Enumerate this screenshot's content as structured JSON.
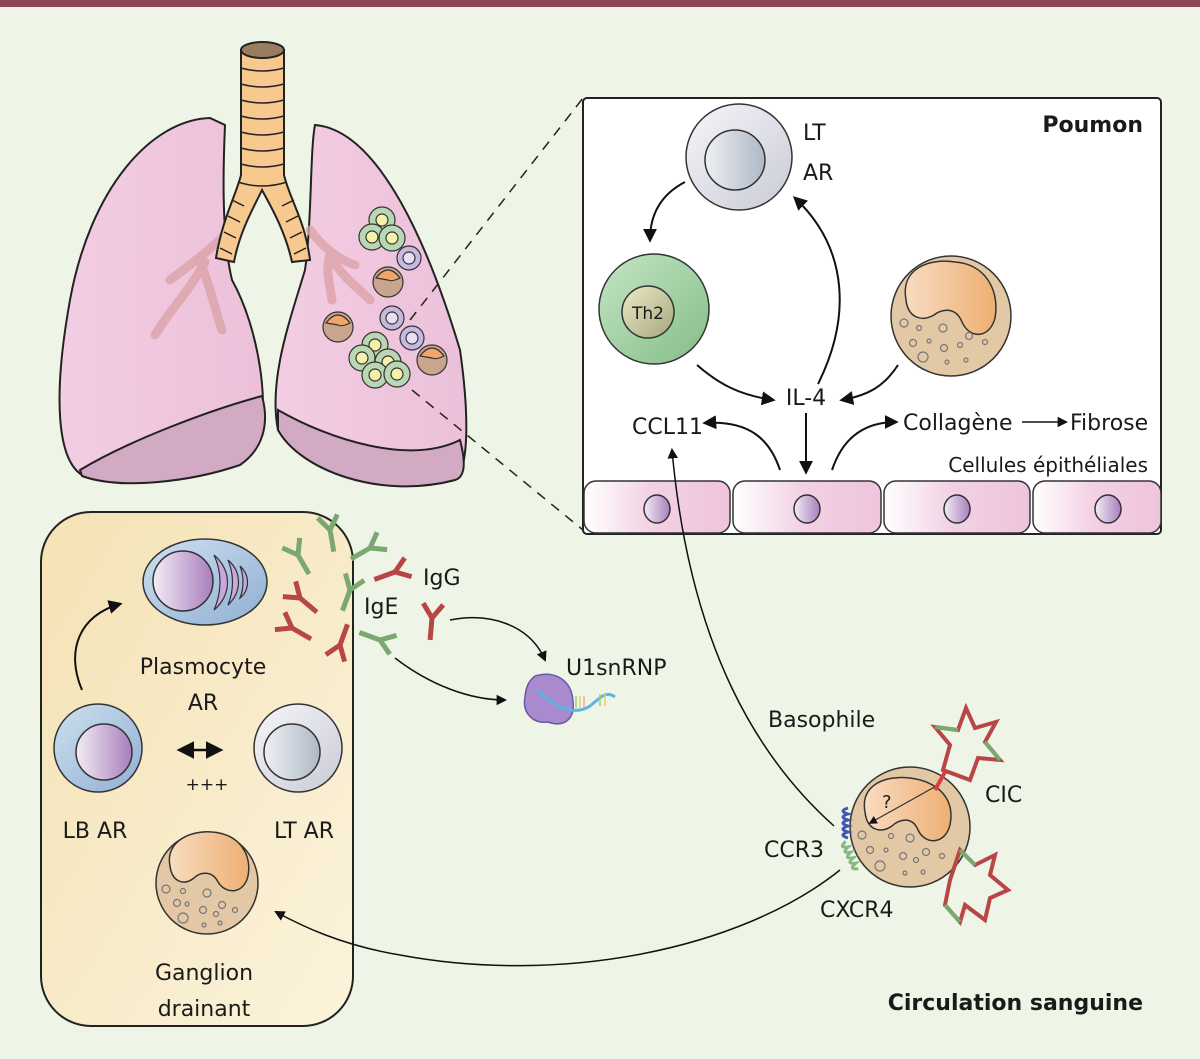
{
  "colors": {
    "top_bar": "#8c4655",
    "background": "#eef5e6",
    "lung": "#efc6de",
    "lung_base": "#d3aac4",
    "trachea": "#f7c98e",
    "node_panel": "#f7e8c2",
    "epithelium": "#f3d3e6",
    "basophil_nucleus": "#f1b57a",
    "basophil_body": "#e3c8a6",
    "th2_cell": "#9ccf9c",
    "lymphocyte_T": "#dcdde6",
    "lymphocyte_B": "#a9c3df",
    "nucleus_purple": "#b491c7",
    "ige_antibody": "#7aa870",
    "igg_antibody": "#b84646"
  },
  "lung_panel": {
    "title": "Poumon",
    "lt_ar_line1": "LT",
    "lt_ar_line2": "AR",
    "th2_label": "Th2",
    "il4_label": "IL-4",
    "ccl11_label": "CCL11",
    "collagen_label": "Collagène",
    "fibrosis_label": "Fibrose",
    "epithelial_label": "Cellules épithéliales"
  },
  "lymph_node_panel": {
    "plasmocyte_line1": "Plasmocyte",
    "plasmocyte_line2": "AR",
    "lb_label": "LB AR",
    "lt_label": "LT AR",
    "interaction_label": "+++",
    "ganglion_line1": "Ganglion",
    "ganglion_line2": "drainant"
  },
  "antibodies": {
    "igg_label": "IgG",
    "ige_label": "IgE",
    "antigen_label": "U1snRNP"
  },
  "circulation": {
    "basophil_label": "Basophile",
    "cic_label": "CIC",
    "ccr3_label": "CCR3",
    "cxcr4_label": "CXCR4",
    "question_label": "?",
    "title": "Circulation sanguine"
  }
}
